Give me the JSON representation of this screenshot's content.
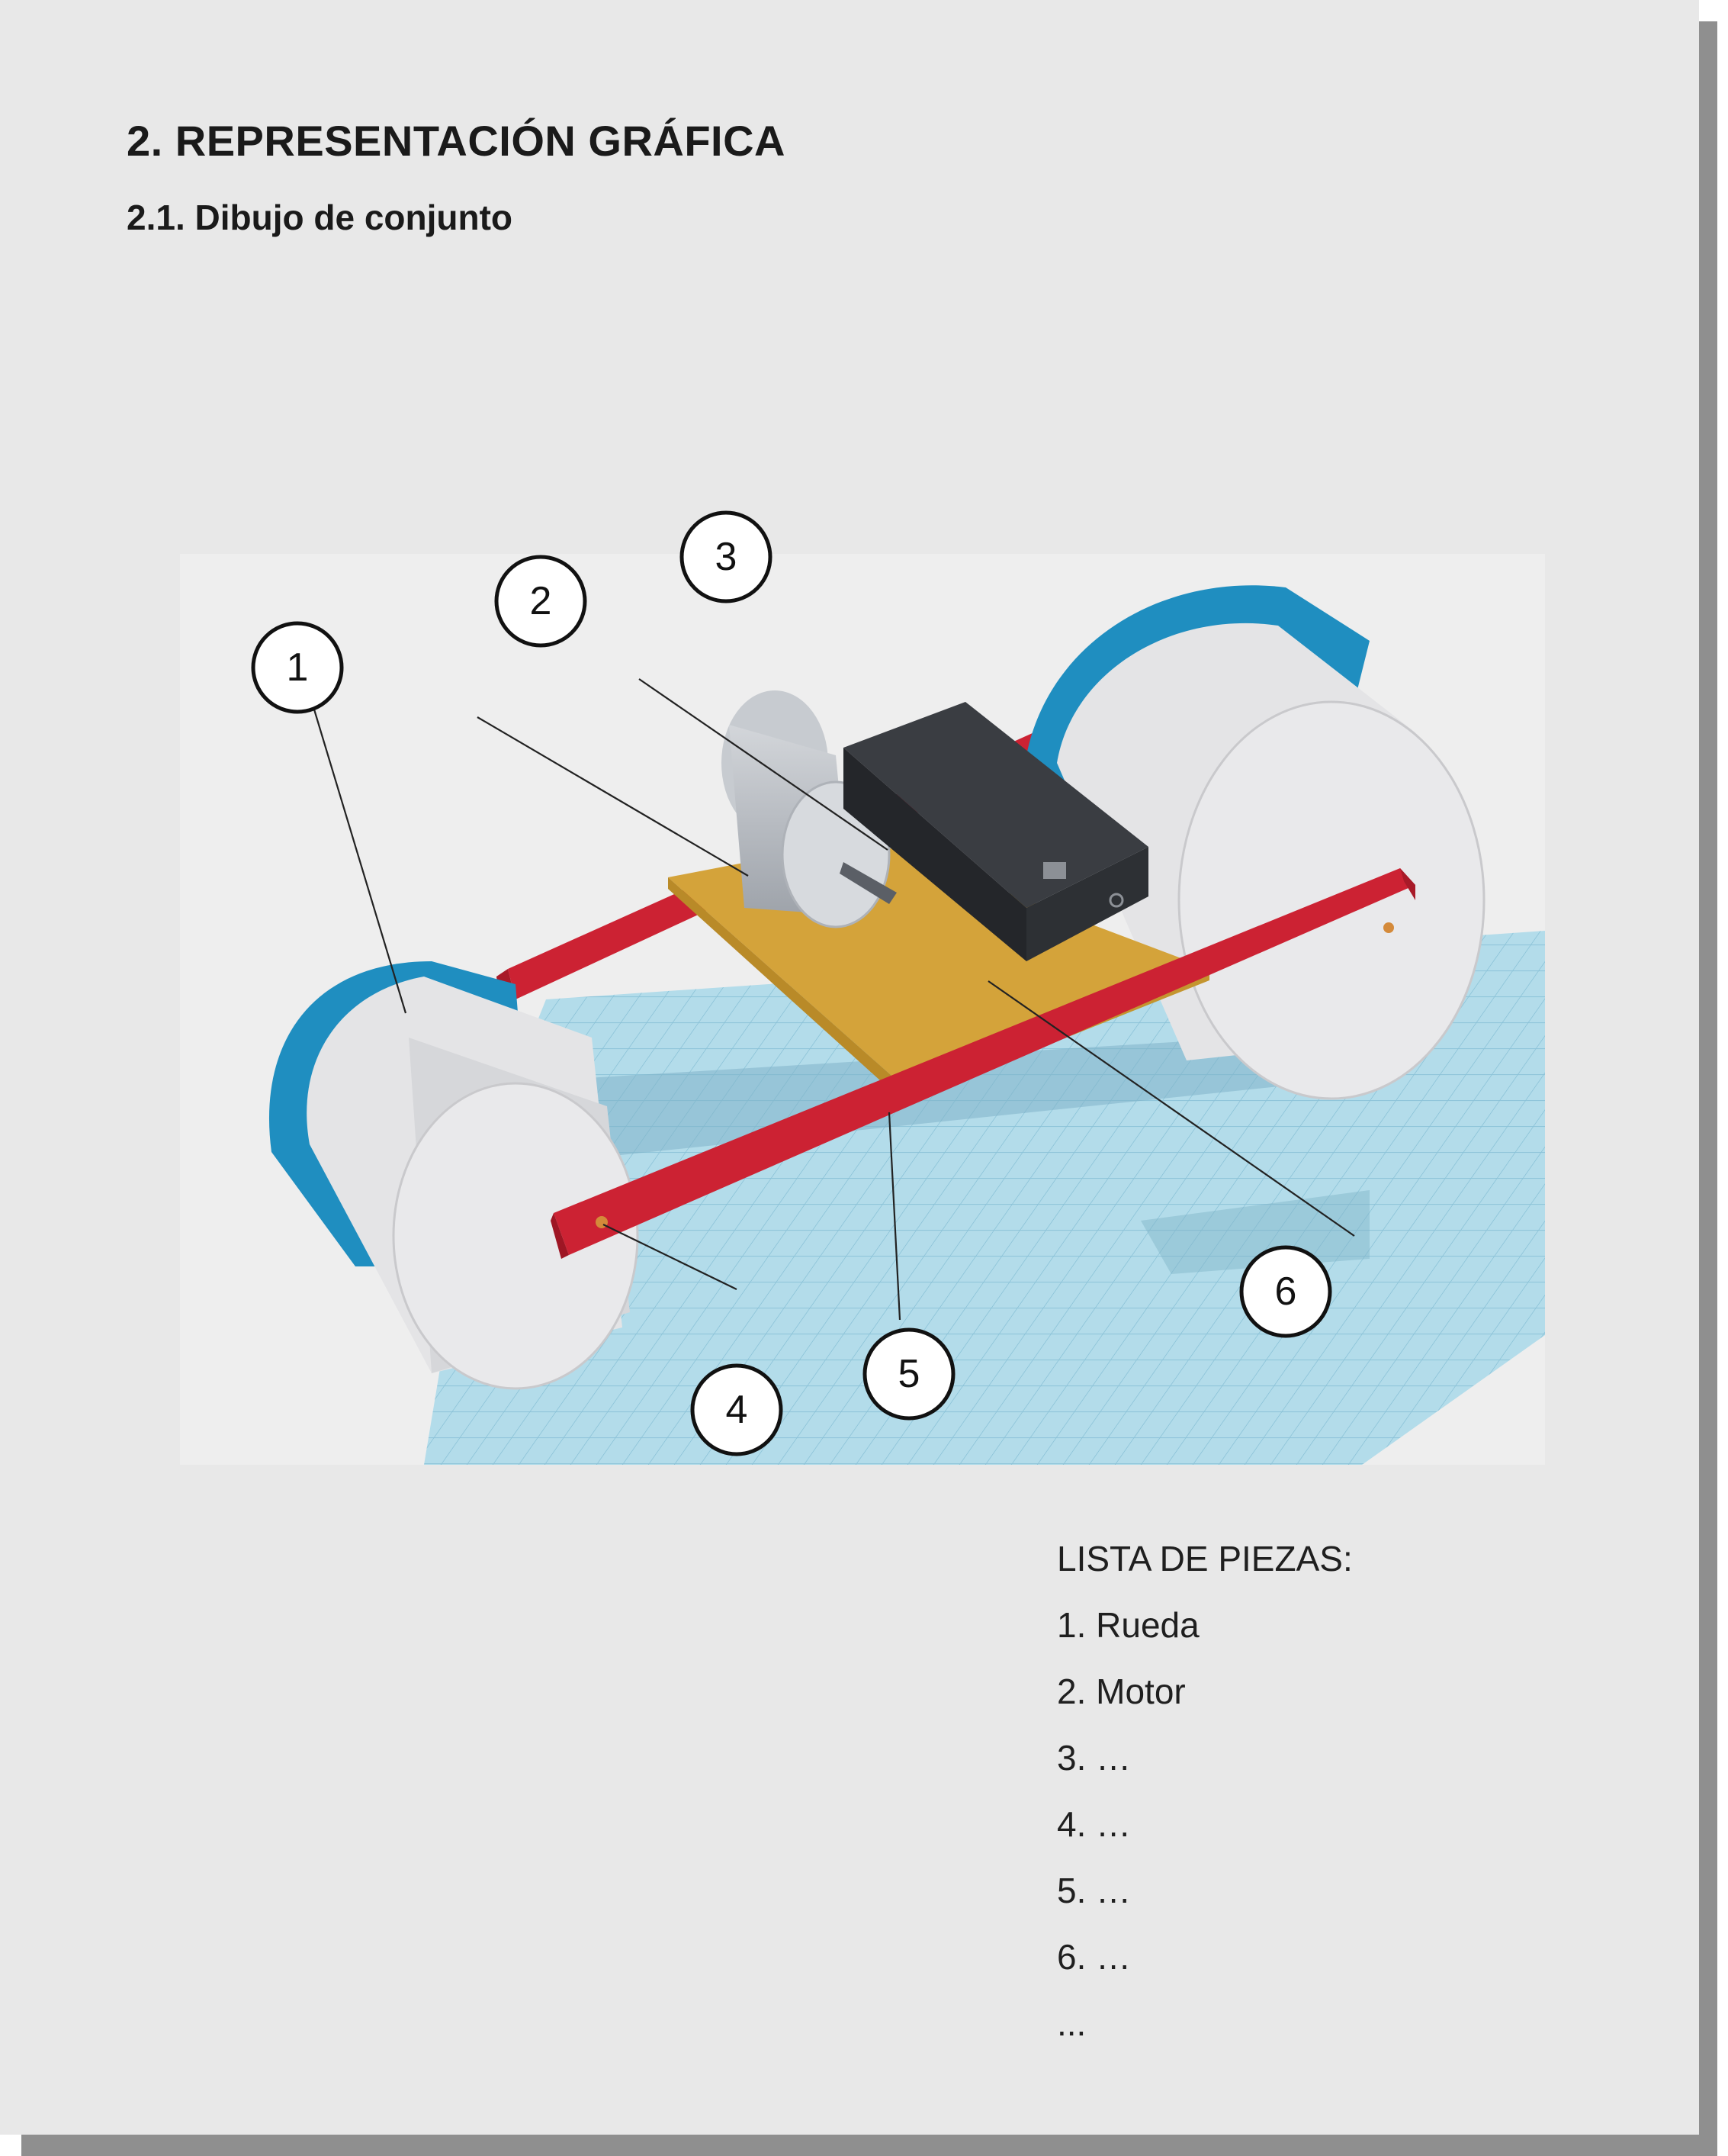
{
  "heading": "2. REPRESENTACIÓN GRÁFICA",
  "subheading": "2.1. Dibujo de conjunto",
  "figure": {
    "callouts": [
      "1",
      "2",
      "3",
      "4",
      "5",
      "6"
    ]
  },
  "parts_list": {
    "title": "LISTA DE PIEZAS:",
    "items": [
      "1. Rueda",
      "2. Motor",
      "3. …",
      "4. …",
      "5. …",
      "6. …"
    ],
    "trailing": "..."
  },
  "colors": {
    "page_bg": "#e8e8e8",
    "frame_red": "#cc2233",
    "board_gold": "#d4a33a",
    "battery_black": "#2a2c30",
    "wheel_white": "#e4e4e6",
    "tire_blue": "#1f8ec0",
    "grid_blue": "#a9d6e6"
  }
}
